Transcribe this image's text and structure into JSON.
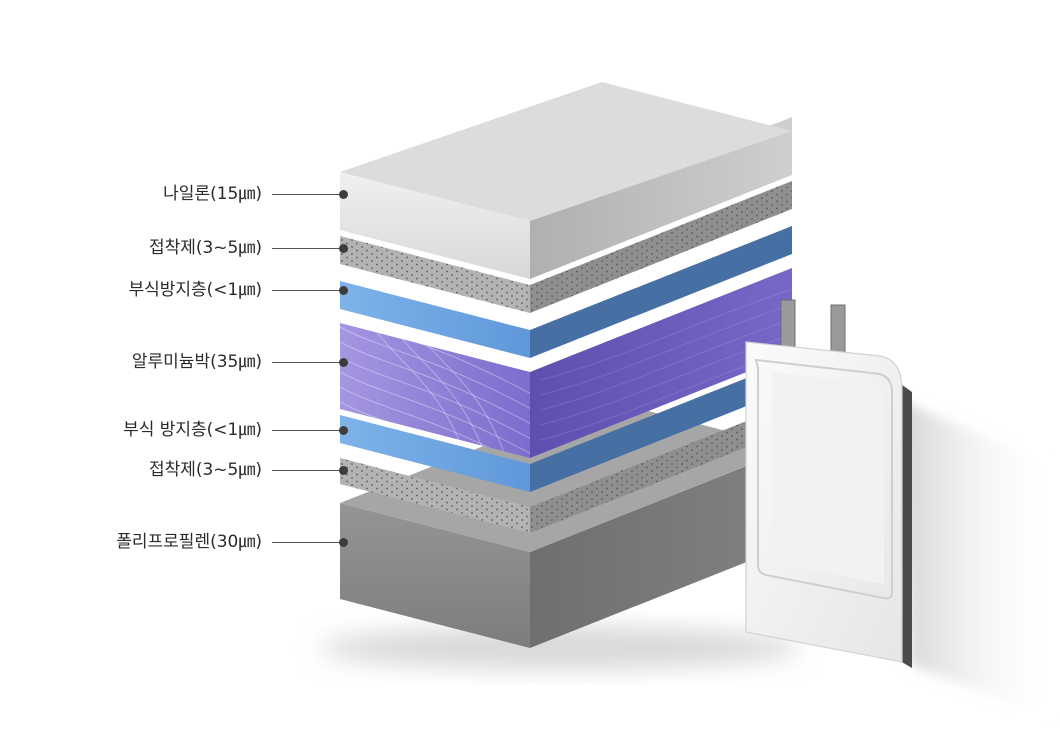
{
  "layers": [
    {
      "label": "나일론(15㎛)",
      "material": "nylon",
      "color": "#e3e3e3"
    },
    {
      "label": "접착제(3~5㎛)",
      "material": "adhesive",
      "color": "#a8a8a8"
    },
    {
      "label": "부식방지층(<1㎛)",
      "material": "anti-corrosion",
      "color": "#6fa4de"
    },
    {
      "label": "알루미늄박(35㎛)",
      "material": "aluminum-foil",
      "color": "#8f7fd6"
    },
    {
      "label": "부식 방지층(<1㎛)",
      "material": "anti-corrosion",
      "color": "#6fa4de"
    },
    {
      "label": "접착제(3~5㎛)",
      "material": "adhesive",
      "color": "#a8a8a8"
    },
    {
      "label": "폴리프로필렌(30㎛)",
      "material": "polypropylene",
      "color": "#8e8e8e"
    }
  ]
}
